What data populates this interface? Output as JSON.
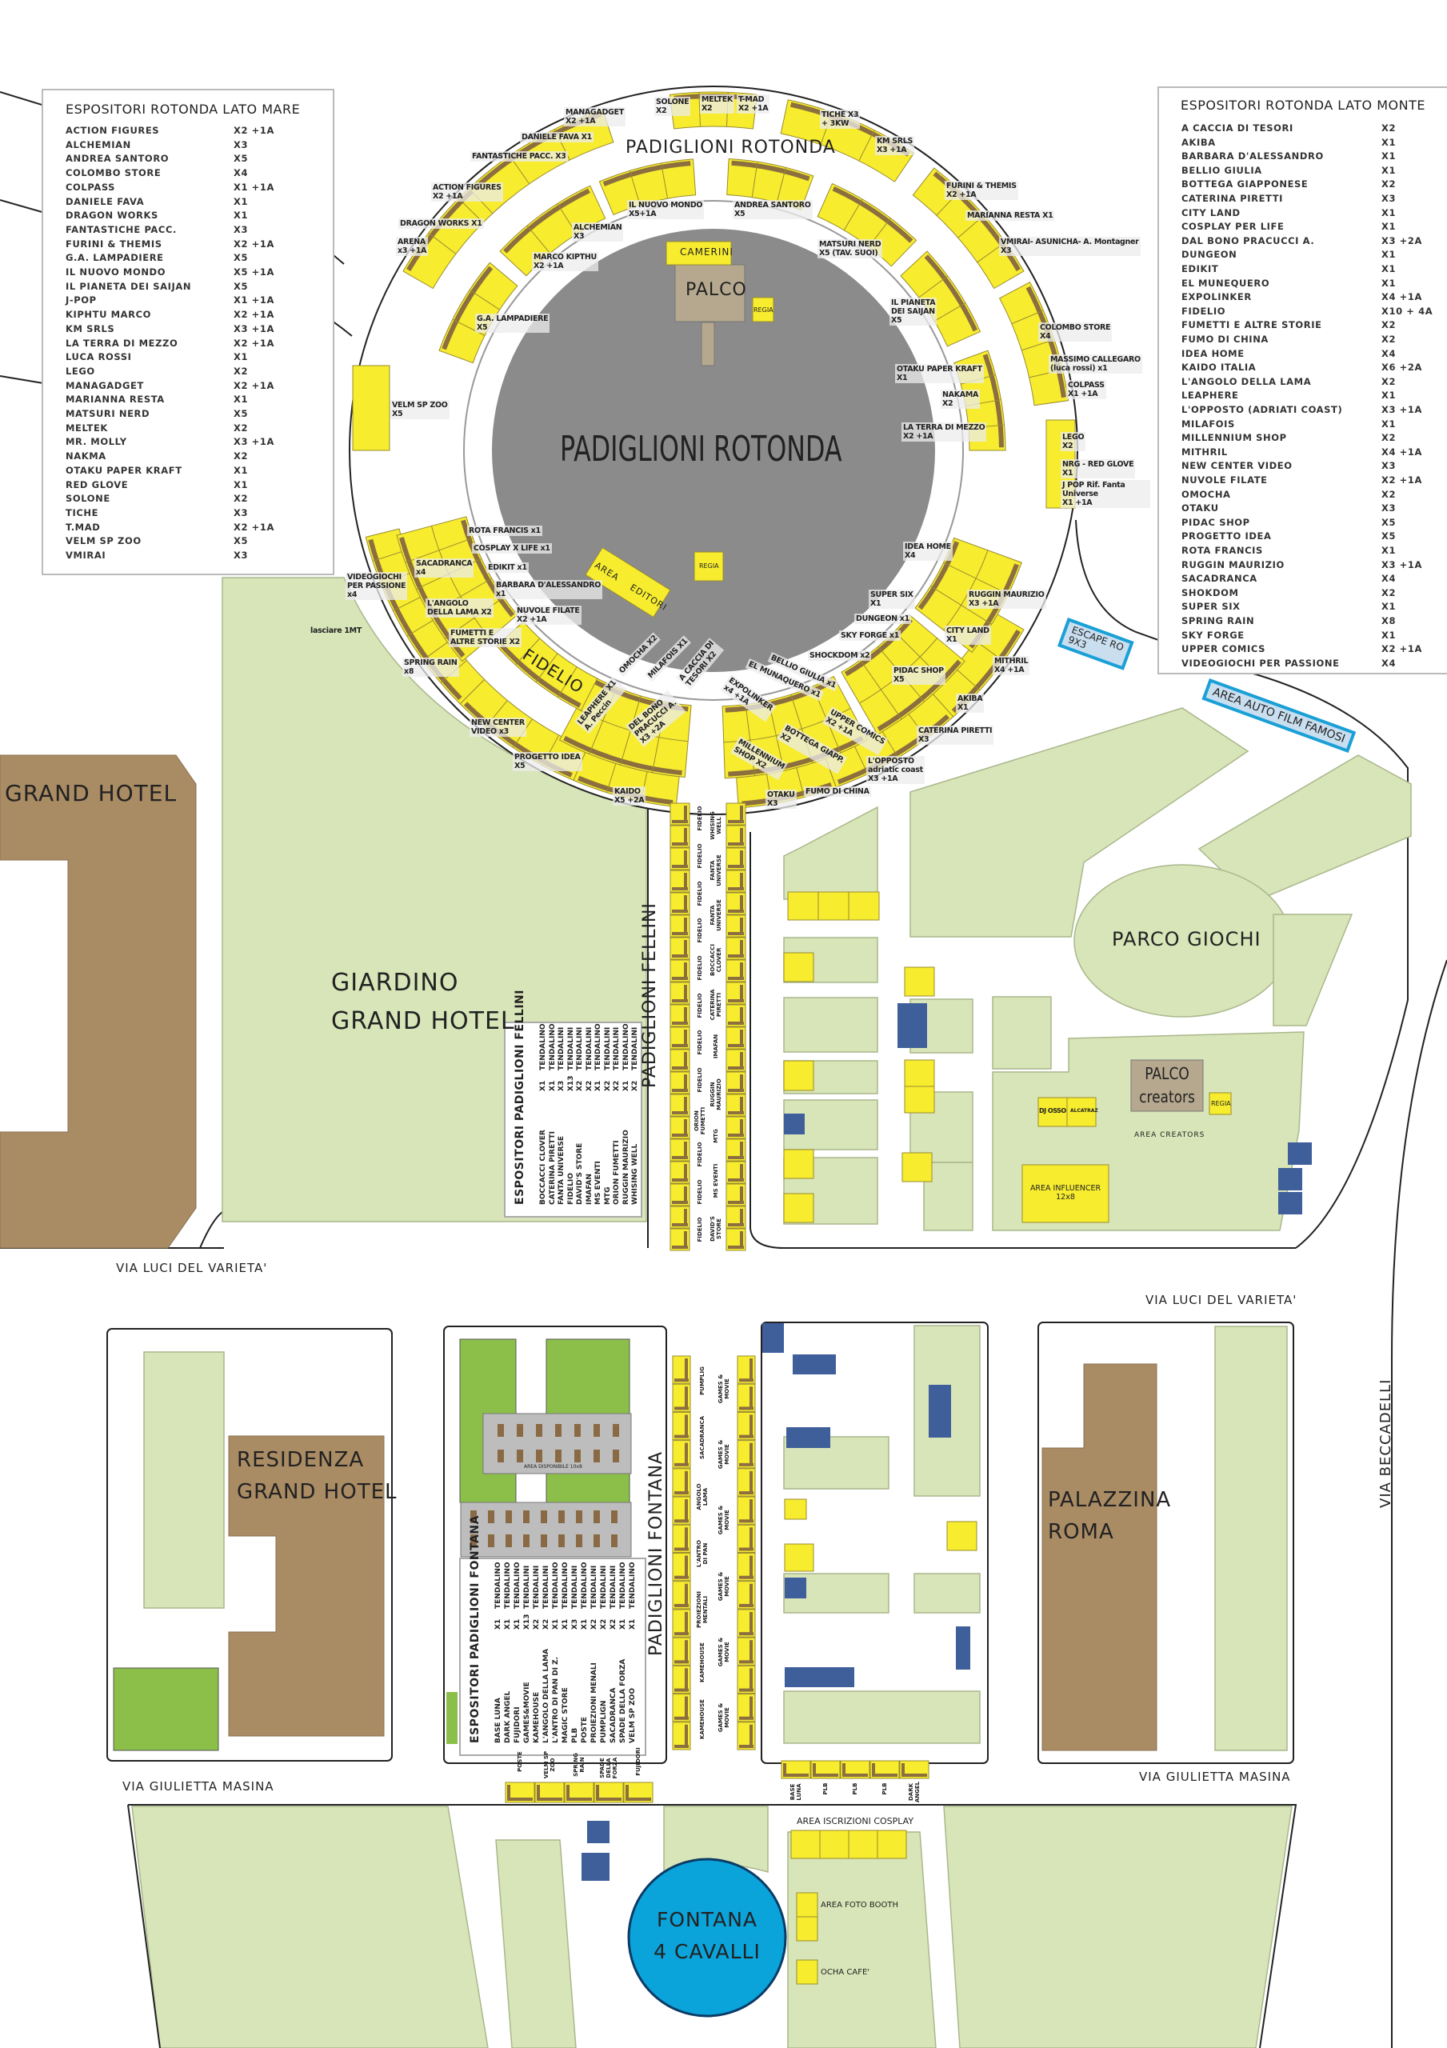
{
  "colors": {
    "stall": "#f7ec2e",
    "stall_strip": "#8c6f3e",
    "arena": "#8b8b8b",
    "grass": "#d8e5b8",
    "dark_grass": "#8cbf4a",
    "building": "#a98b64",
    "booth": "#3f5f9a",
    "fountain": "#0aa3da",
    "tag_border": "#1aa0d6"
  },
  "legend_mare": {
    "title": "ESPOSITORI ROTONDA LATO MARE",
    "rows": [
      [
        "ACTION FIGURES",
        "X2 +1A"
      ],
      [
        "ALCHEMIAN",
        "X3"
      ],
      [
        "ANDREA SANTORO",
        "X5"
      ],
      [
        "COLOMBO STORE",
        "X4"
      ],
      [
        "COLPASS",
        "X1 +1A"
      ],
      [
        "DANIELE FAVA",
        "X1"
      ],
      [
        "DRAGON WORKS",
        "X1"
      ],
      [
        "FANTASTICHE PACC.",
        "X3"
      ],
      [
        "FURINI & THEMIS",
        "X2 +1A"
      ],
      [
        "G.A. LAMPADIERE",
        "X5"
      ],
      [
        "IL NUOVO MONDO",
        "X5 +1A"
      ],
      [
        "IL PIANETA DEI SAIJAN",
        "X5"
      ],
      [
        "J-POP",
        "X1 +1A"
      ],
      [
        "KIPHTU MARCO",
        "X2 +1A"
      ],
      [
        "KM SRLS",
        "X3 +1A"
      ],
      [
        "LA TERRA DI MEZZO",
        "X2 +1A"
      ],
      [
        "LUCA ROSSI",
        "X1"
      ],
      [
        "LEGO",
        "X2"
      ],
      [
        "MANAGADGET",
        "X2 +1A"
      ],
      [
        "MARIANNA RESTA",
        "X1"
      ],
      [
        "MATSURI NERD",
        "X5"
      ],
      [
        "MELTEK",
        "X2"
      ],
      [
        "MR. MOLLY",
        "X3 +1A"
      ],
      [
        "NAKMA",
        "X2"
      ],
      [
        "OTAKU PAPER KRAFT",
        "X1"
      ],
      [
        "RED GLOVE",
        "X1"
      ],
      [
        "SOLONE",
        "X2"
      ],
      [
        "TICHE",
        "X3"
      ],
      [
        "T.MAD",
        "X2 +1A"
      ],
      [
        "VELM SP ZOO",
        "X5"
      ],
      [
        "VMIRAI",
        "X3"
      ]
    ]
  },
  "legend_monte": {
    "title": "ESPOSITORI ROTONDA LATO MONTE",
    "rows": [
      [
        "A CACCIA DI TESORI",
        "X2"
      ],
      [
        "AKIBA",
        "X1"
      ],
      [
        "BARBARA D'ALESSANDRO",
        "X1"
      ],
      [
        "BELLIO GIULIA",
        "X1"
      ],
      [
        "BOTTEGA GIAPPONESE",
        "X2"
      ],
      [
        "CATERINA PIRETTI",
        "X3"
      ],
      [
        "CITY LAND",
        "X1"
      ],
      [
        "COSPLAY PER LIFE",
        "X1"
      ],
      [
        "DAL BONO PRACUCCI A.",
        "X3 +2A"
      ],
      [
        "DUNGEON",
        "X1"
      ],
      [
        "EDIKIT",
        "X1"
      ],
      [
        "EL MUNEQUERO",
        "X1"
      ],
      [
        "EXPOLINKER",
        "X4 +1A"
      ],
      [
        "FIDELIO",
        "X10 + 4A"
      ],
      [
        "FUMETTI E ALTRE STORIE",
        "X2"
      ],
      [
        "FUMO DI CHINA",
        "X2"
      ],
      [
        "IDEA HOME",
        "X4"
      ],
      [
        "KAIDO ITALIA",
        "X6 +2A"
      ],
      [
        "L'ANGOLO DELLA LAMA",
        "X2"
      ],
      [
        "LEAPHERE",
        "X1"
      ],
      [
        "L'OPPOSTO (ADRIATI COAST)",
        "X3 +1A"
      ],
      [
        "MILAFOIS",
        "X1"
      ],
      [
        "MILLENNIUM SHOP",
        "X2"
      ],
      [
        "MITHRIL",
        "X4 +1A"
      ],
      [
        "NEW CENTER VIDEO",
        "X3"
      ],
      [
        "NUVOLE FILATE",
        "X2 +1A"
      ],
      [
        "OMOCHA",
        "X2"
      ],
      [
        "OTAKU",
        "X3"
      ],
      [
        "PIDAC SHOP",
        "X5"
      ],
      [
        "PROGETTO IDEA",
        "X5"
      ],
      [
        "ROTA FRANCIS",
        "X1"
      ],
      [
        "RUGGIN MAURIZIO",
        "X3 +1A"
      ],
      [
        "SACADRANCA",
        "X4"
      ],
      [
        "SHOKDOM",
        "X2"
      ],
      [
        "SUPER SIX",
        "X1"
      ],
      [
        "SPRING RAIN",
        "X8"
      ],
      [
        "SKY FORGE",
        "X1"
      ],
      [
        "UPPER COMICS",
        "X2 +1A"
      ],
      [
        "VIDEOGIOCHI PER PASSIONE",
        "X4"
      ]
    ]
  },
  "fellini_table": {
    "title": "ESPOSITORI PADIGLIONI FELLINI",
    "rows": [
      [
        "BOCCACCI CLOVER",
        "X1",
        "TENDALINO"
      ],
      [
        "CATERINA PIRETTI",
        "X1",
        "TENDALINO"
      ],
      [
        "FANTA UNIVERSE",
        "X3",
        "TENDALINI"
      ],
      [
        "FIDELIO",
        "X13",
        "TENDALINI"
      ],
      [
        "DAVID'S STORE",
        "X2",
        "TENDALINI"
      ],
      [
        "IMAFAN",
        "X2",
        "TENDALINI"
      ],
      [
        "MS EVENTI",
        "X1",
        "TENDALINO"
      ],
      [
        "MTG",
        "X2",
        "TENDALINI"
      ],
      [
        "ORION FUMETTI",
        "X2",
        "TENDALINI"
      ],
      [
        "RUGGIN MAURIZIO",
        "X1",
        "TENDALINO"
      ],
      [
        "WHISING WELL",
        "X2",
        "TENDALINI"
      ]
    ]
  },
  "fontana_table": {
    "title": "ESPOSITORI PADIGLIONI FONTANA",
    "rows": [
      [
        "BASE LUNA",
        "X1",
        "TENDALINO"
      ],
      [
        "DARK ANGEL",
        "X1",
        "TENDALINO"
      ],
      [
        "FUJIDORI",
        "X1",
        "TENDALINO"
      ],
      [
        "GAMES&MOVIE",
        "X13",
        "TENDALINI"
      ],
      [
        "KAMEHOUSE",
        "X2",
        "TENDALINI"
      ],
      [
        "L'ANGOLO DELLA LAMA",
        "X2",
        "TENDALINI"
      ],
      [
        "L'ANTRO DI PAN DI Z.",
        "X1",
        "TENDALINO"
      ],
      [
        "MAGIC STORE",
        "X1",
        "TENDALINO"
      ],
      [
        "PLB",
        "X3",
        "TENDALINI"
      ],
      [
        "POSTE",
        "X1",
        "TENDALINO"
      ],
      [
        "PROIEZIONI MENALI",
        "X2",
        "TENDALINI"
      ],
      [
        "PUMPLIGN",
        "X2",
        "TENDALINI"
      ],
      [
        "SACADRANCA",
        "X2",
        "TENDALINI"
      ],
      [
        "SPADE DELLA FORZA",
        "X1",
        "TENDALINO"
      ],
      [
        "VELM SP ZOO",
        "X1",
        "TENDALINO"
      ]
    ]
  },
  "rotonda": {
    "title_top": "PADIGLIONI ROTONDA",
    "title_center": "PADIGLIONI ROTONDA",
    "camerini": "CAMERINI",
    "palco": "PALCO",
    "regia": "REGIA",
    "regia2": "REGIA",
    "area_editori": "AREA EDITORI",
    "fidelio": "FIDELIO",
    "note": "lasciare 1MT"
  },
  "rotonda_stands": [
    "MANAGADGET\nX2 +1A",
    "DANIELE FAVA X1",
    "FANTASTICHE PACC. X3",
    "SOLONE\nX2",
    "MELTEK\nX2",
    "T-MAD\nX2 +1A",
    "TICHE X3\n+ 3KW",
    "KM SRLS\nX3 +1A",
    "ACTION FIGURES\nX2 +1A",
    "DRAGON WORKS X1",
    "ARENA\nx3 +1A",
    "IL NUOVO MONDO\nX5+1A",
    "ANDREA SANTORO\nX5",
    "ALCHEMIAN\nX3",
    "MARCO KIPTHU\nX2 +1A",
    "MATSURI NERD\nX5 (TAV. SUOI)",
    "FURINI & THEMIS\nX2 +1A",
    "MARIANNA RESTA X1",
    "VMIRAI- ASUNICHA- A. Montagner\nX3",
    "G.A. LAMPADIERE\nX5",
    "IL PIANETA\nDEI SAIJAN\nX5",
    "COLOMBO STORE\nX4",
    "MASSIMO CALLEGARO\n(luca rossi) x1",
    "COLPASS\nX1 +1A",
    "OTAKU PAPER KRAFT\nX1",
    "NAKAMA\nX2",
    "LA TERRA DI MEZZO\nX2 +1A",
    "VELM SP ZOO\nX5",
    "LEGO\nX2",
    "NRG - RED GLOVE\nX1",
    "J POP Rif. Fanta Universe\nX1 +1A",
    "ROTA FRANCIS x1",
    "COSPLAY X LIFE x1",
    "SACADRANCA\nx4",
    "EDIKIT x1",
    "BARBARA D'ALESSANDRO\nx1",
    "VIDEOGIOCHI\nPER PASSIONE\nx4",
    "L'ANGOLO\nDELLA LAMA X2",
    "NUVOLE FILATE\nX2 +1A",
    "FUMETTI E\nALTRE STORIE X2",
    "SPRING RAIN\nx8",
    "IDEA HOME\nX4",
    "RUGGIN MAURIZIO\nX3 +1A",
    "SUPER SIX\nX1",
    "DUNGEON x1",
    "SKY FORGE x1",
    "CITY LAND\nX1",
    "SHOCKDOM x2",
    "BELLIO GIULIA x1",
    "EL MUNAQUERO x1",
    "PIDAC SHOP\nX5",
    "MITHRIL\nX4 +1A",
    "OMOCHA X2",
    "MILAFOIS X1",
    "A CACCIA DI\nTESORI X2",
    "EXPOLINKER\nx4 +1A",
    "AKIBA\nX1",
    "UPPER COMICS\nX2 +1A",
    "BOTTEGA GIAPP.\nX2",
    "CATERINA PIRETTI\nX3",
    "LEAPHERE X1\nA. Peccin",
    "DEL BONO\nPRACUCCI A.\nX3 +2A",
    "MILLENNIUM\nSHOP X2",
    "NEW CENTER\nVIDEO x3",
    "PROGETTO IDEA\nX5",
    "L'OPPOSTO\nadriatic coast\nX3 +1A",
    "KAIDO\nX5 +2A",
    "OTAKU\nX3",
    "FUMO DI CHINA"
  ],
  "fellini": {
    "title": "PADIGLIONI FELLINI",
    "left": [
      "FIDELIO",
      "FIDELIO",
      "FIDELIO",
      "FIDELIO",
      "FIDELIO",
      "FIDELIO",
      "FIDELIO",
      "FIDELIO",
      "ORION\nFUMETTI",
      "FIDELIO",
      "FIDELIO",
      "FIDELIO"
    ],
    "right": [
      "WHISING\nWELL",
      "FANTA\nUNIVERSE",
      "FANTA\nUNIVERSE",
      "BOCCACCI\nCLOVER",
      "CATERINA\nPIRETTI",
      "IMAFAN",
      "RUGGIN\nMAURIZIO",
      "MTG",
      "MS EVENTI",
      "DAVID'S\nSTORE"
    ]
  },
  "fontana": {
    "title": "PADIGLIONI FONTANA",
    "left": [
      "PUMPLIG",
      "SACADRANCA",
      "ANGOLO\nLAMA",
      "L'ANTRO\nDI PAN",
      "PROIEZIONI\nMENTALI",
      "KAMEHOUSE",
      "KAMEHOUSE"
    ],
    "right": [
      "GAMES & MOVIE",
      "GAMES & MOVIE",
      "GAMES & MOVIE",
      "GAMES & MOVIE",
      "GAMES & MOVIE",
      "GAMES & MOVIE"
    ],
    "bottom_left": [
      "POSTE",
      "VELM SP\nZOO",
      "SPRING\nRAIN",
      "SPADE\nDELLA\nFORZA",
      "FUJIDORI"
    ],
    "bottom_right": [
      "BASE\nLUNA",
      "PLB",
      "PLB",
      "PLB",
      "DARK\nANGEL"
    ]
  },
  "areas": {
    "grand_hotel": "GRAND HOTEL",
    "giardino": "GIARDINO\nGRAND HOTEL",
    "parco_giochi": "PARCO GIOCHI",
    "palco_creators": "PALCO\ncreators",
    "regia_creators": "REGIA",
    "dj_osso": "DJ OSSO",
    "alcatraz": "ALCATRAZ",
    "area_creators": "AREA CREATORS",
    "area_influencer": "AREA INFLUENCER\n12x8",
    "escape": "ESCAPE RO\n9X3",
    "auto_film": "AREA AUTO FILM FAMOSI",
    "residenza": "RESIDENZA\nGRAND HOTEL",
    "palazzina": "PALAZZINA\nROMA",
    "fontana": "FONTANA\n4 CAVALLI",
    "iscrizioni": "AREA ISCRIZIONI COSPLAY",
    "foto_booth": "AREA FOTO BOOTH",
    "ocha": "OCHA CAFE'",
    "area_disponibile": "AREA DISPONIBILE 10x8"
  },
  "streets": {
    "luci_left": "VIA LUCI DEL VARIETA'",
    "luci_right": "VIA LUCI DEL VARIETA'",
    "masina_left": "VIA GIULIETTA MASINA",
    "masina_right": "VIA GIULIETTA MASINA",
    "beccadelli": "VIA BECCADELLI"
  }
}
